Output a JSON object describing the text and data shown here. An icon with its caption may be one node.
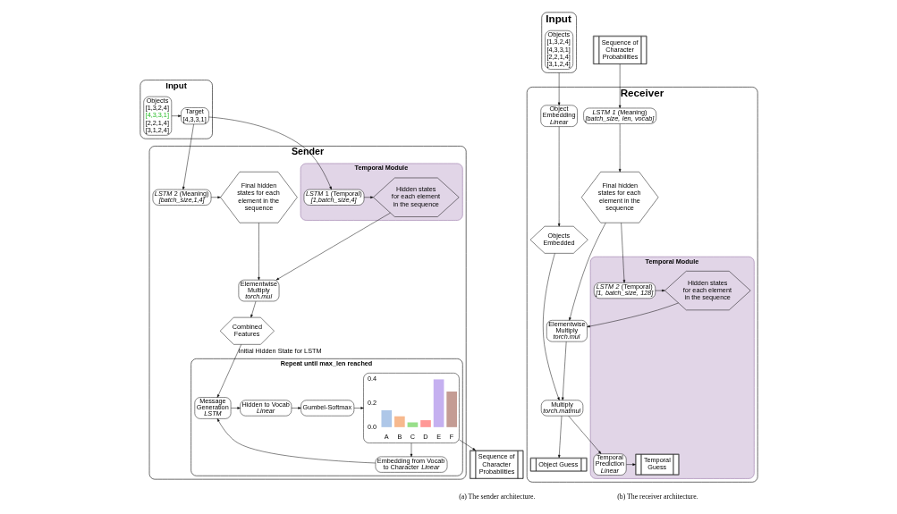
{
  "diagram": {
    "nodes": [
      {
        "text": [
          "Input"
        ]
      },
      {
        "text": [
          "Target [4,3,3,1]"
        ],
        "in": 0
      },
      {
        "text": [
          "Objects [1,3,2,4] [4,3,3,1] [2,2,1,4] [3,1,2,4]"
        ],
        "in": 0
      },
      {
        "text": [
          "Sender"
        ]
      },
      {
        "text": [
          "Temporal Module"
        ],
        "in": 3
      },
      {
        "text": [
          "*LSTM* 1 (Temporal) *[1,batch_size,4]*"
        ],
        "in": 4
      },
      {
        "text": [
          "Hidden states for each element in the sequence"
        ],
        "in": 4
      },
      {
        "text": [
          "*LSTM* 2 (Meaning) *[batch_size,1,4]*"
        ],
        "in": 3
      },
      {
        "text": [
          "Final hidden states for each element in the sequence"
        ],
        "in": 3
      },
      {
        "text": [
          "Elementwise Multiply *torch.mul*"
        ],
        "in": 3
      },
      {
        "text": [
          "Combined Features"
        ],
        "in": 3
      },
      {
        "text": [
          "Repeat until max_len reached"
        ],
        "in": 3
      },
      {
        "text": [
          "Message Generation *LSTM*"
        ],
        "in": 11
      },
      {
        "text": [
          "Hidden to Vocab *Linear*"
        ],
        "in": 11
      },
      {
        "text": [
          "Gumbel-Softmax"
        ],
        "in": 11
      },
      {
        "text": [],
        "shape": "picture",
        "in": 11
      },
      {
        "text": [
          "Embedding from Vocab to Character *Linear*"
        ],
        "in": 11
      },
      {
        "text": [
          "Sequence of Character Probabilities"
        ]
      },
      {
        "text": [
          "Input"
        ]
      },
      {
        "text": [
          "Objects [1,3,2,4] [4,3,3,1] [2,2,1,4] [3,1,2,4]"
        ],
        "in": 18
      },
      {
        "text": [
          "Sequence of Character Probabilities"
        ]
      },
      {
        "text": [
          "Receiver"
        ]
      },
      {
        "text": [
          "Object Embedding *Linear*"
        ],
        "in": 21
      },
      {
        "text": [
          "*LSTM 1* (Meaning) *[batch_size, len, vocab]*"
        ],
        "in": 21
      },
      {
        "text": [
          "Objects Embedded"
        ],
        "in": 21
      },
      {
        "text": [
          "Elementwise Multiply *torch.mul*"
        ],
        "in": 21
      },
      {
        "text": [
          "Final hidden states for each element in the sequence"
        ],
        "in": 21
      },
      {
        "text": [
          "Multiply *torch.matmul*"
        ],
        "in": 21
      },
      {
        "text": [
          "Temporal Module"
        ],
        "in": 21
      },
      {
        "text": [
          "Hidden states for each element in the sequence"
        ],
        "in": 28
      },
      {
        "text": [
          "*LSTM 2* (Temporal) *[1, batch_size, 128]*"
        ],
        "in": 28
      },
      {
        "text": [
          "Object Guess"
        ],
        "in": 21
      },
      {
        "text": [
          "Temporal Prediction *Linear*"
        ],
        "in": 28
      },
      {
        "text": [
          "Temporal Guess"
        ],
        "in": 28
      }
    ],
    "edges": [
      {
        "from": 2,
        "to": 1,
        "arrow": "to"
      },
      {
        "from": 1,
        "to": 5,
        "arrow": "to"
      },
      {
        "from": 1,
        "to": 7,
        "arrow": "to"
      },
      {
        "from": 5,
        "to": 6,
        "arrow": "to"
      },
      {
        "from": 7,
        "to": 8,
        "arrow": "to"
      },
      {
        "from": 6,
        "to": 9,
        "arrow": "to"
      },
      {
        "from": 8,
        "to": 9,
        "arrow": "to"
      },
      {
        "from": 9,
        "to": 10,
        "arrow": "to"
      },
      {
        "from": 10,
        "to": 12,
        "arrow": "to",
        "label": "Initial Hidden State for LSTM"
      },
      {
        "from": 12,
        "to": 13,
        "arrow": "to"
      },
      {
        "from": 13,
        "to": 14,
        "arrow": "to"
      },
      {
        "from": 14,
        "to": 15,
        "arrow": "to"
      },
      {
        "from": 15,
        "to": 16,
        "arrow": "to"
      },
      {
        "from": 16,
        "to": 12,
        "arrow": "to"
      },
      {
        "from": 15,
        "to": 17,
        "arrow": "to"
      },
      {
        "from": 18,
        "to": 22,
        "arrow": "to"
      },
      {
        "from": 20,
        "to": 23,
        "arrow": "to"
      },
      {
        "from": 22,
        "to": 24,
        "arrow": "to"
      },
      {
        "from": 24,
        "to": 27,
        "arrow": "to"
      },
      {
        "from": 23,
        "to": 26,
        "arrow": "to"
      },
      {
        "from": 26,
        "to": 25,
        "arrow": "to"
      },
      {
        "from": 26,
        "to": 30,
        "arrow": "to"
      },
      {
        "from": 30,
        "to": 29,
        "arrow": "to"
      },
      {
        "from": 29,
        "to": 25,
        "arrow": "to"
      },
      {
        "from": 25,
        "to": 27,
        "arrow": "to"
      },
      {
        "from": 27,
        "to": 31,
        "arrow": "to"
      },
      {
        "from": 27,
        "to": 32,
        "arrow": "to"
      },
      {
        "from": 32,
        "to": 33,
        "arrow": "to"
      }
    ],
    "labels": [
      "(a) The sender architecture.",
      "(b) The receiver architecture."
    ],
    "chart_data": {
      "type": "bar",
      "categories": [
        "A",
        "B",
        "C",
        "D",
        "E",
        "F"
      ],
      "series": [
        {
          "values": [
            0.14,
            0.09,
            0.04,
            0.06,
            0.4,
            0.3
          ]
        }
      ],
      "colors": [
        "#aec7e8",
        "#f7b98e",
        "#98df8a",
        "#ff9896",
        "#c5b0f0",
        "#c49c94"
      ],
      "ylim": [
        0,
        0.4
      ],
      "yticks": [
        {
          "value": 0,
          "label": "0.0"
        },
        {
          "value": 0.2,
          "label": "0.2"
        },
        {
          "value": 0.4,
          "label": "0.4"
        }
      ]
    }
  }
}
